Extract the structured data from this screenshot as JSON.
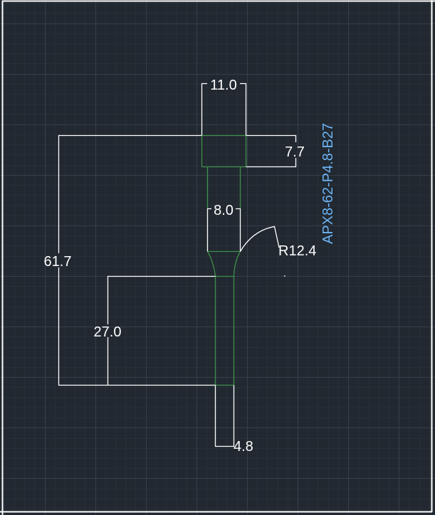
{
  "viewport": {
    "background_color": "#212830",
    "grid_minor_color": "#272f38",
    "grid_major_color": "#363e4c",
    "border_color": "#ffffff"
  },
  "drawing": {
    "part_label": "APX8-62-P4.8-B27",
    "part_label_color": "#6cb4f5",
    "geometry_color": "#3f8f4a",
    "dimension_color": "#ffffff",
    "dimensions": {
      "head_diameter": "11.0",
      "head_thickness": "7.7",
      "shank_diameter": "8.0",
      "neck_radius": "R12.4",
      "overall_length": "61.7",
      "tip_length": "27.0",
      "tip_diameter": "4.8"
    }
  }
}
